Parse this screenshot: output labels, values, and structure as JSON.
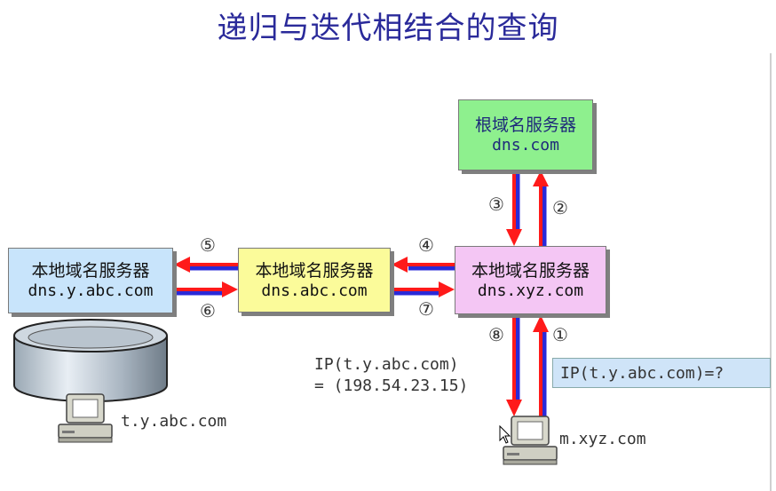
{
  "title": "递归与迭代相结合的查询",
  "servers": {
    "root": {
      "name": "根域名服务器",
      "host": "dns.com"
    },
    "local_xyz": {
      "name": "本地域名服务器",
      "host": "dns.xyz.com"
    },
    "local_abc": {
      "name": "本地域名服务器",
      "host": "dns.abc.com"
    },
    "local_y": {
      "name": "本地域名服务器",
      "host": "dns.y.abc.com"
    }
  },
  "steps": [
    "①",
    "②",
    "③",
    "④",
    "⑤",
    "⑥",
    "⑦",
    "⑧"
  ],
  "hosts": {
    "target": "t.y.abc.com",
    "client": "m.xyz.com"
  },
  "query": "IP(t.y.abc.com)=?",
  "answer": {
    "line1": "IP(t.y.abc.com)",
    "line2": "= (198.54.23.15)"
  },
  "colors": {
    "arrow_red": "#ff1a1a",
    "arrow_blue": "#2a2ad8",
    "root_bg": "#8ef08e",
    "xyz_bg": "#f4c6f4",
    "abc_bg": "#fbfb9a",
    "y_bg": "#c8e4fb"
  }
}
